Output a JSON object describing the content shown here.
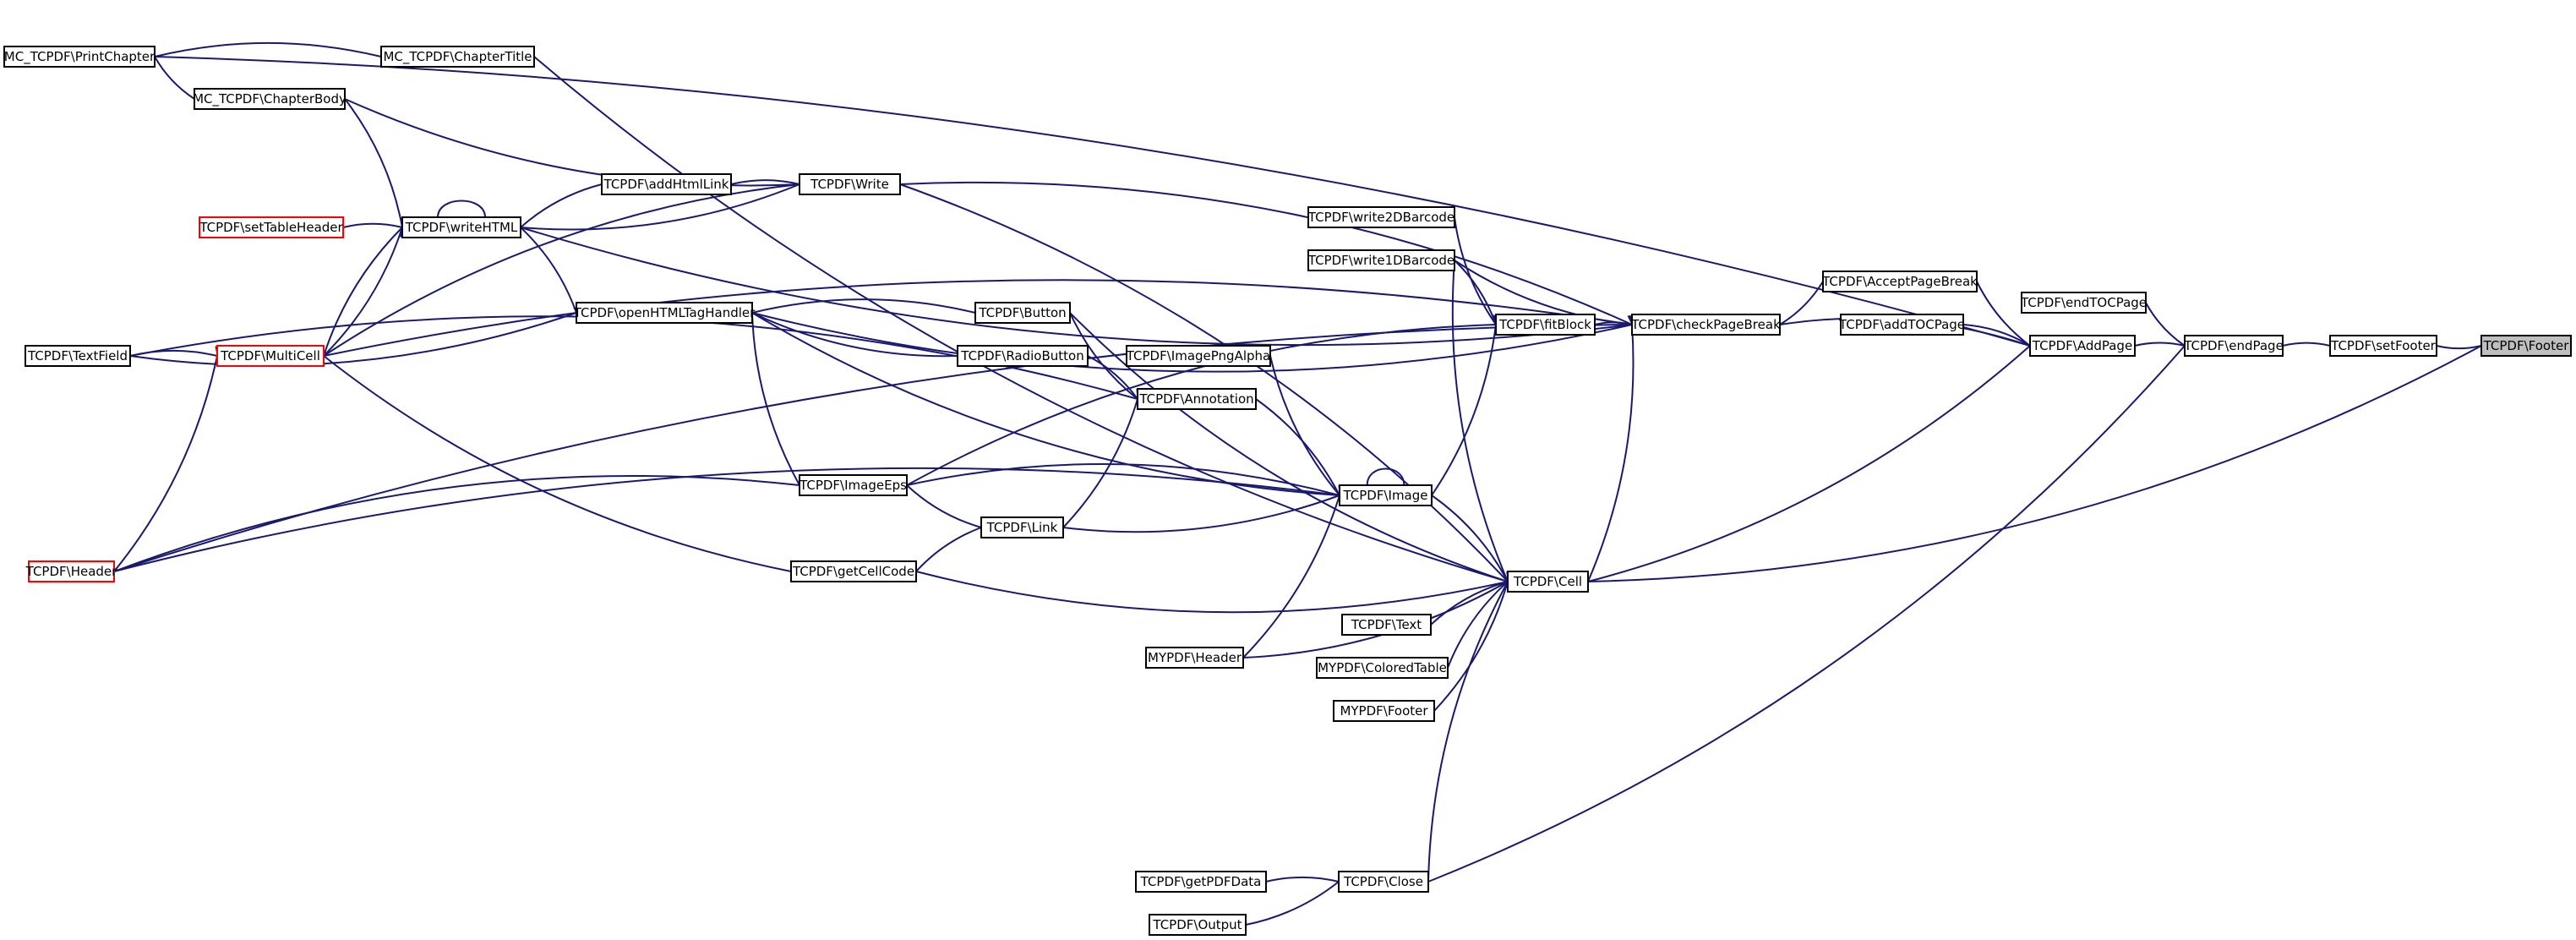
{
  "diagram": {
    "edge_color": "#191970",
    "border_color": "#000000",
    "highlight_border_color": "#ff0000",
    "highlight_fill": "#bfbfbf",
    "nodes": [
      {
        "id": "footer",
        "label": "TCPDF\\Footer",
        "style": "current"
      },
      {
        "id": "setfooter",
        "label": "TCPDF\\setFooter"
      },
      {
        "id": "endpage",
        "label": "TCPDF\\endPage"
      },
      {
        "id": "endtocpage",
        "label": "TCPDF\\endTOCPage"
      },
      {
        "id": "addpage",
        "label": "TCPDF\\AddPage"
      },
      {
        "id": "addtocpage",
        "label": "TCPDF\\addTOCPage"
      },
      {
        "id": "acceptpagebreak",
        "label": "TCPDF\\AcceptPageBreak"
      },
      {
        "id": "checkpagebreak",
        "label": "TCPDF\\checkPageBreak"
      },
      {
        "id": "fitblock",
        "label": "TCPDF\\fitBlock"
      },
      {
        "id": "write2dbarcode",
        "label": "TCPDF\\write2DBarcode"
      },
      {
        "id": "write1dbarcode",
        "label": "TCPDF\\write1DBarcode"
      },
      {
        "id": "cell",
        "label": "TCPDF\\Cell"
      },
      {
        "id": "image",
        "label": "TCPDF\\Image"
      },
      {
        "id": "imagepngalpha",
        "label": "TCPDF\\ImagePngAlpha"
      },
      {
        "id": "annotation",
        "label": "TCPDF\\Annotation"
      },
      {
        "id": "button",
        "label": "TCPDF\\Button"
      },
      {
        "id": "radiobutton",
        "label": "TCPDF\\RadioButton"
      },
      {
        "id": "link",
        "label": "TCPDF\\Link"
      },
      {
        "id": "imageeps",
        "label": "TCPDF\\ImageEps"
      },
      {
        "id": "getcellcode",
        "label": "TCPDF\\getCellCode"
      },
      {
        "id": "openhtmltaghandler",
        "label": "TCPDF\\openHTMLTagHandler"
      },
      {
        "id": "write",
        "label": "TCPDF\\Write"
      },
      {
        "id": "addhtmllink",
        "label": "TCPDF\\addHtmlLink"
      },
      {
        "id": "writehtml",
        "label": "TCPDF\\writeHTML"
      },
      {
        "id": "settableheader",
        "label": "TCPDF\\setTableHeader",
        "style": "red"
      },
      {
        "id": "multicell",
        "label": "TCPDF\\MultiCell",
        "style": "red"
      },
      {
        "id": "textfield",
        "label": "TCPDF\\TextField"
      },
      {
        "id": "header",
        "label": "TCPDF\\Header",
        "style": "red"
      },
      {
        "id": "printchapter",
        "label": "MC_TCPDF\\PrintChapter"
      },
      {
        "id": "chaptertitle",
        "label": "MC_TCPDF\\ChapterTitle"
      },
      {
        "id": "chapterbody",
        "label": "MC_TCPDF\\ChapterBody"
      },
      {
        "id": "text",
        "label": "TCPDF\\Text"
      },
      {
        "id": "mypdf_header",
        "label": "MYPDF\\Header"
      },
      {
        "id": "coloredtable",
        "label": "MYPDF\\ColoredTable"
      },
      {
        "id": "mypdf_footer",
        "label": "MYPDF\\Footer"
      },
      {
        "id": "close",
        "label": "TCPDF\\Close"
      },
      {
        "id": "getpdfdata",
        "label": "TCPDF\\getPDFData"
      },
      {
        "id": "output",
        "label": "TCPDF\\Output"
      }
    ],
    "edges": [
      [
        "footer",
        "setfooter"
      ],
      [
        "setfooter",
        "endpage"
      ],
      [
        "endpage",
        "endtocpage"
      ],
      [
        "endpage",
        "addpage"
      ],
      [
        "endpage",
        "close"
      ],
      [
        "addpage",
        "addtocpage"
      ],
      [
        "addpage",
        "acceptpagebreak"
      ],
      [
        "addpage",
        "checkpagebreak"
      ],
      [
        "addpage",
        "cell"
      ],
      [
        "addpage",
        "printchapter"
      ],
      [
        "acceptpagebreak",
        "checkpagebreak"
      ],
      [
        "checkpagebreak",
        "fitblock"
      ],
      [
        "checkpagebreak",
        "cell"
      ],
      [
        "checkpagebreak",
        "write"
      ],
      [
        "checkpagebreak",
        "writehtml"
      ],
      [
        "checkpagebreak",
        "multicell"
      ],
      [
        "checkpagebreak",
        "openhtmltaghandler"
      ],
      [
        "checkpagebreak",
        "header"
      ],
      [
        "fitblock",
        "write2dbarcode"
      ],
      [
        "fitblock",
        "write1dbarcode"
      ],
      [
        "fitblock",
        "image"
      ],
      [
        "fitblock",
        "imageeps"
      ],
      [
        "cell",
        "write1dbarcode"
      ],
      [
        "cell",
        "image"
      ],
      [
        "cell",
        "button"
      ],
      [
        "cell",
        "write"
      ],
      [
        "cell",
        "getcellcode"
      ],
      [
        "cell",
        "text"
      ],
      [
        "cell",
        "mypdf_header"
      ],
      [
        "cell",
        "coloredtable"
      ],
      [
        "cell",
        "mypdf_footer"
      ],
      [
        "cell",
        "close"
      ],
      [
        "cell",
        "chaptertitle"
      ],
      [
        "cell",
        "footer"
      ],
      [
        "image",
        "imagepngalpha"
      ],
      [
        "image",
        "image"
      ],
      [
        "image",
        "openhtmltaghandler"
      ],
      [
        "image",
        "annotation"
      ],
      [
        "image",
        "link"
      ],
      [
        "image",
        "imageeps"
      ],
      [
        "image",
        "mypdf_header"
      ],
      [
        "image",
        "header"
      ],
      [
        "annotation",
        "button"
      ],
      [
        "annotation",
        "radiobutton"
      ],
      [
        "annotation",
        "link"
      ],
      [
        "annotation",
        "textfield"
      ],
      [
        "link",
        "imageeps"
      ],
      [
        "link",
        "getcellcode"
      ],
      [
        "imageeps",
        "openhtmltaghandler"
      ],
      [
        "imageeps",
        "header"
      ],
      [
        "getcellcode",
        "multicell"
      ],
      [
        "button",
        "openhtmltaghandler"
      ],
      [
        "radiobutton",
        "openhtmltaghandler"
      ],
      [
        "openhtmltaghandler",
        "writehtml"
      ],
      [
        "openhtmltaghandler",
        "textfield"
      ],
      [
        "write",
        "addhtmllink"
      ],
      [
        "write",
        "writehtml"
      ],
      [
        "write",
        "multicell"
      ],
      [
        "write",
        "chapterbody"
      ],
      [
        "addhtmllink",
        "writehtml"
      ],
      [
        "writehtml",
        "writehtml"
      ],
      [
        "writehtml",
        "settableheader"
      ],
      [
        "writehtml",
        "multicell"
      ],
      [
        "writehtml",
        "chapterbody"
      ],
      [
        "multicell",
        "writehtml"
      ],
      [
        "multicell",
        "textfield"
      ],
      [
        "multicell",
        "header"
      ],
      [
        "chaptertitle",
        "printchapter"
      ],
      [
        "chapterbody",
        "printchapter"
      ],
      [
        "close",
        "getpdfdata"
      ],
      [
        "close",
        "output"
      ],
      [
        "write1dbarcode",
        "checkpagebreak"
      ]
    ]
  }
}
